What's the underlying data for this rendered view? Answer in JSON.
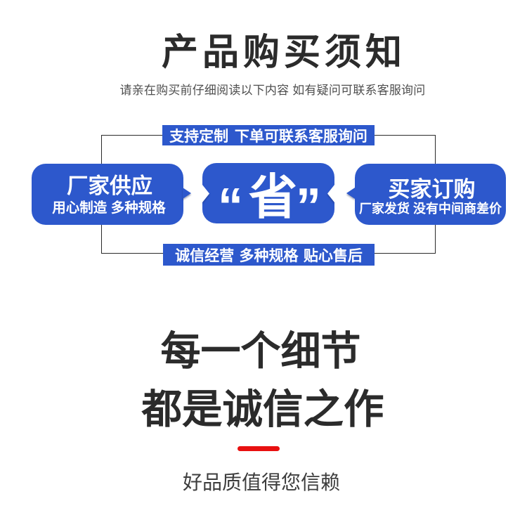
{
  "header": {
    "title": "产品购买须知",
    "subtitle": "请亲在购买前仔细阅读以下内容 如有疑问可联系客服询问"
  },
  "diagram": {
    "top_banner": "支持定制 下单可联系客服询问",
    "bottom_banner": "诚信经营 多种规格 贴心售后",
    "left_node": {
      "title": "厂家供应",
      "subtitle": "用心制造 多种规格"
    },
    "center_node": {
      "text": "省",
      "open_quote": "“",
      "close_quote": "”"
    },
    "right_node": {
      "title": "买家订购",
      "subtitle": "厂家发货 没有中间商差价"
    }
  },
  "slogan": {
    "line1": "每一个细节",
    "line2": "都是诚信之作",
    "caption": "好品质值得您信赖"
  },
  "colors": {
    "brand_blue": "#2d58cc",
    "accent_red": "#e81010",
    "ink_black": "#2b2b2b",
    "text_gray": "#4f4f4f",
    "frame_line": "#2a2a2a",
    "white": "#ffffff"
  }
}
